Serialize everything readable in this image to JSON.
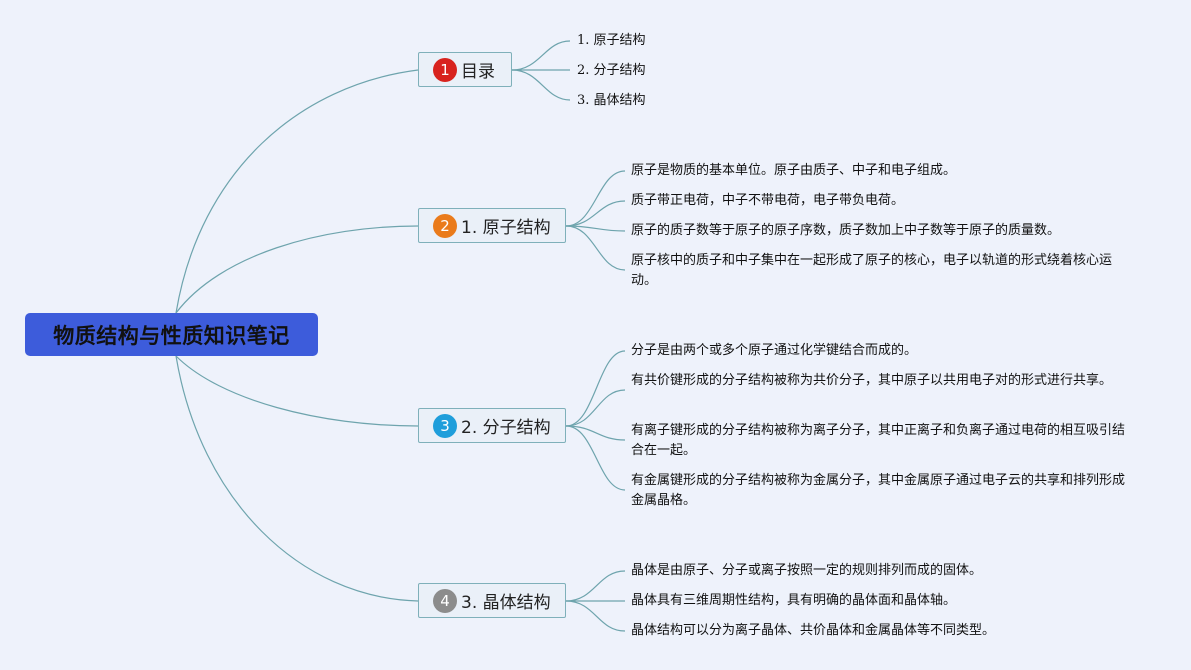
{
  "root": {
    "title": "物质结构与性质知识笔记",
    "color": "#3d5cdb"
  },
  "branches": [
    {
      "badge": "1",
      "badge_color": "#d8231e",
      "label": "目录",
      "items": [
        "1. 原子结构",
        "2. 分子结构",
        "3. 晶体结构"
      ]
    },
    {
      "badge": "2",
      "badge_color": "#ea7b1b",
      "label": "1. 原子结构",
      "items": [
        "原子是物质的基本单位。原子由质子、中子和电子组成。",
        "质子带正电荷，中子不带电荷，电子带负电荷。",
        "原子的质子数等于原子的原子序数，质子数加上中子数等于原子的质量数。",
        "原子核中的质子和中子集中在一起形成了原子的核心，电子以轨道的形式绕着核心运动。"
      ]
    },
    {
      "badge": "3",
      "badge_color": "#1f9edb",
      "label": "2. 分子结构",
      "items": [
        "分子是由两个或多个原子通过化学键结合而成的。",
        "有共价键形成的分子结构被称为共价分子，其中原子以共用电子对的形式进行共享。",
        "有离子键形成的分子结构被称为离子分子，其中正离子和负离子通过电荷的相互吸引结合在一起。",
        "有金属键形成的分子结构被称为金属分子，其中金属原子通过电子云的共享和排列形成金属晶格。"
      ]
    },
    {
      "badge": "4",
      "badge_color": "#8c8c8c",
      "label": "3. 晶体结构",
      "items": [
        "晶体是由原子、分子或离子按照一定的规则排列而成的固体。",
        "晶体具有三维周期性结构，具有明确的晶体面和晶体轴。",
        "晶体结构可以分为离子晶体、共价晶体和金属晶体等不同类型。"
      ]
    }
  ],
  "connector_color": "#6ea4ad"
}
